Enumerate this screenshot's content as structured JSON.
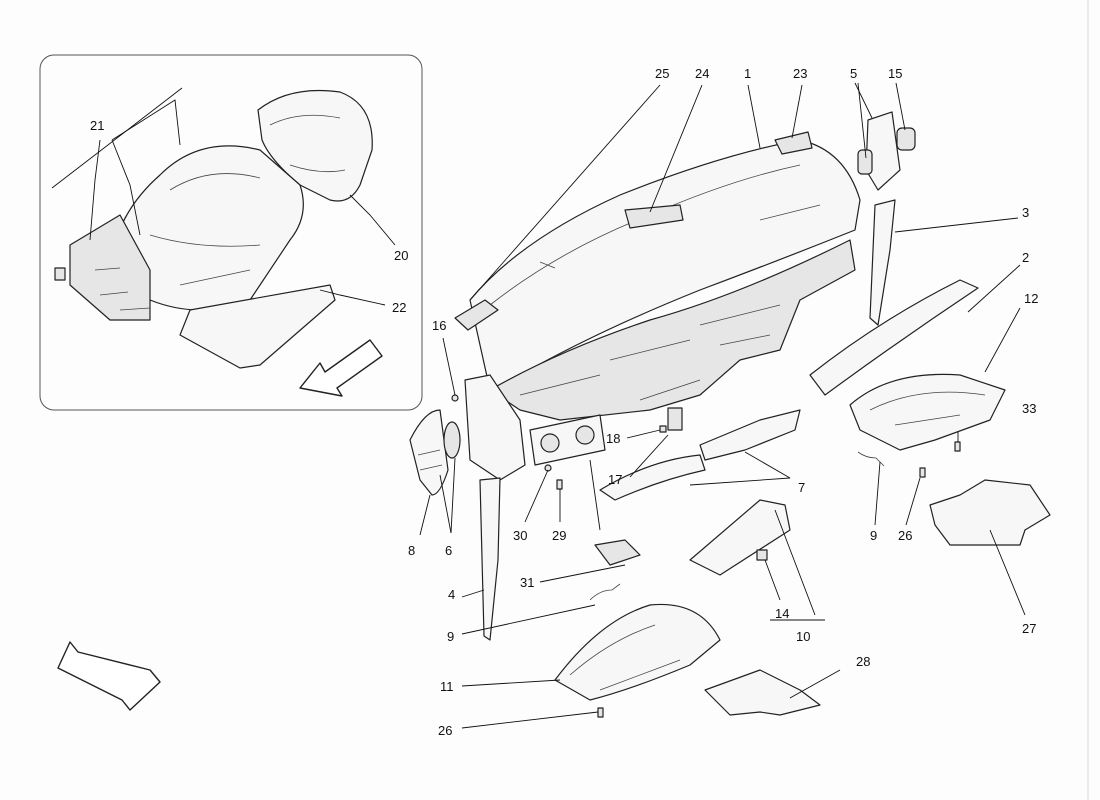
{
  "callouts": {
    "c1": "1",
    "c2": "2",
    "c3": "3",
    "c4": "4",
    "c5": "5",
    "c6": "6",
    "c7": "7",
    "c8": "8",
    "c9a": "9",
    "c9b": "9",
    "c10": "10",
    "c11": "11",
    "c12": "12",
    "c14": "14",
    "c15": "15",
    "c16": "16",
    "c17": "17",
    "c18": "18",
    "c20": "20",
    "c21": "21",
    "c22": "22",
    "c23": "23",
    "c24": "24",
    "c25": "25",
    "c26a": "26",
    "c26b": "26",
    "c27": "27",
    "c28": "28",
    "c29": "29",
    "c30": "30",
    "c31": "31",
    "c33": "33"
  },
  "icons": {
    "orientation_arrow_main": "arrow-icon",
    "orientation_arrow_inset": "arrow-icon"
  },
  "colors": {
    "line": "#222222",
    "paper": "#fdfdfd"
  }
}
